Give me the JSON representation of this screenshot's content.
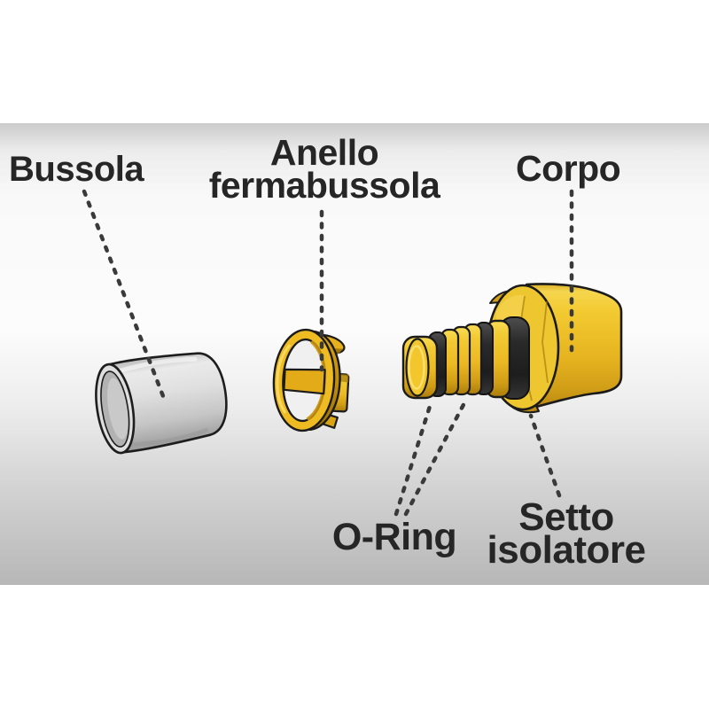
{
  "diagram": {
    "description": "Exploded view of a press pipe fitting with Italian part labels",
    "labels": {
      "bussola": {
        "text": "Bussola"
      },
      "anello": {
        "line1": "Anello",
        "line2": "fermabussola"
      },
      "corpo": {
        "text": "Corpo"
      },
      "oring": {
        "text": "O-Ring"
      },
      "setto": {
        "line1": "Setto",
        "line2": "isolatore"
      }
    },
    "parts": [
      {
        "name": "bussola",
        "label": "Bussola",
        "color": "#d9d9d9"
      },
      {
        "name": "anello-fermabussola",
        "label": "Anello fermabussola",
        "color": "#eebb22"
      },
      {
        "name": "corpo",
        "label": "Corpo",
        "color": "#eec62f"
      },
      {
        "name": "o-ring",
        "label": "O-Ring",
        "color": "#262626",
        "count": 2
      },
      {
        "name": "setto-isolatore",
        "label": "Setto isolatore",
        "color": "#2b2b2b"
      }
    ],
    "colors": {
      "brass_yellow": "#eebd25",
      "steel_gray": "#d9d9d9",
      "oring_black": "#262626",
      "leader_line": "#3a3a3a",
      "label_text": "#262626",
      "frame_edge_gray": "#b7b7b7",
      "page_background": "#ffffff"
    }
  }
}
